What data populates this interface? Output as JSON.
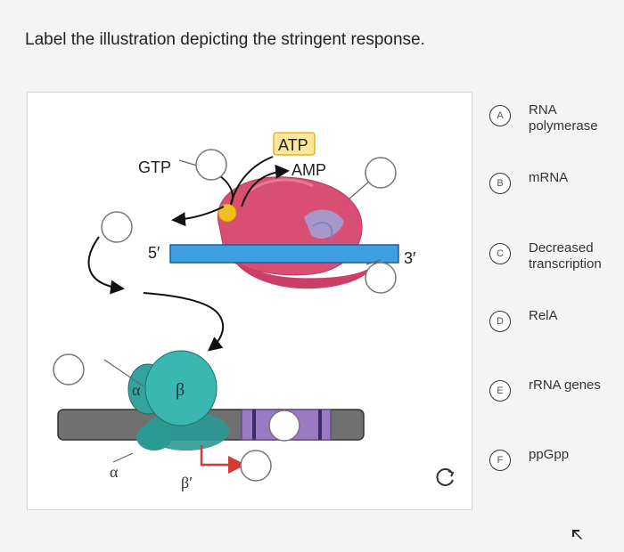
{
  "question": "Label the illustration depicting the stringent response.",
  "figure": {
    "gtp": "GTP",
    "atp": "ATP",
    "amp": "AMP",
    "five_prime": "5′",
    "three_prime": "3′",
    "alpha1": "α",
    "beta": "β",
    "alpha2": "α",
    "beta_prime": "β′"
  },
  "options": [
    {
      "letter": "A",
      "label_line1": "RNA",
      "label_line2": "polymerase"
    },
    {
      "letter": "B",
      "label_line1": "mRNA",
      "label_line2": ""
    },
    {
      "letter": "C",
      "label_line1": "Decreased",
      "label_line2": "transcription"
    },
    {
      "letter": "D",
      "label_line1": "RelA",
      "label_line2": ""
    },
    {
      "letter": "E",
      "label_line1": "rRNA genes",
      "label_line2": ""
    },
    {
      "letter": "F",
      "label_line1": "ppGpp",
      "label_line2": ""
    }
  ],
  "colors": {
    "ribosome": "#d94f74",
    "mrna_bar": "#3d9ee0",
    "polymerase": "#3bb7b2",
    "dna": "#707070",
    "dna_purple": "#9a7bc2",
    "ppgpp_dot": "#f0c020",
    "atp_box": "#fde89a",
    "promoter_arrow": "#d23a3a"
  },
  "icons": {
    "reset": "reset-icon",
    "cursor": "mouse-cursor-icon"
  }
}
